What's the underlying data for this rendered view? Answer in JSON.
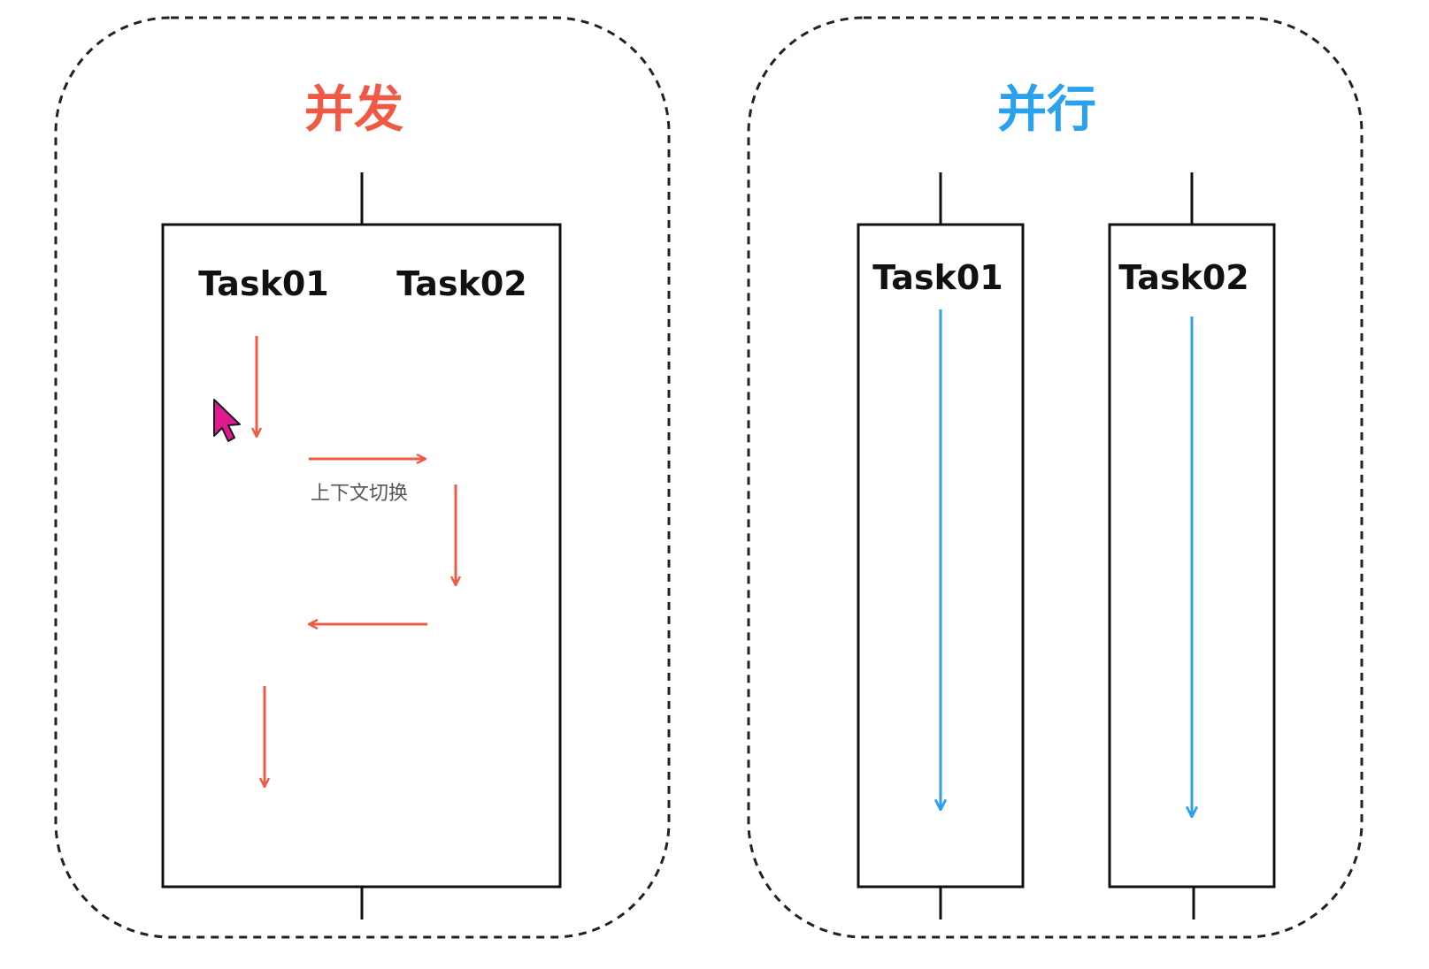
{
  "colors": {
    "concurrency": "#f05a45",
    "parallel": "#2aa1ec",
    "outline": "#111111",
    "cursor": "#e0198f"
  },
  "concurrency_panel": {
    "title": "并发",
    "task1_label": "Task01",
    "task2_label": "Task02",
    "context_switch_label": "上下文切换"
  },
  "parallel_panel": {
    "title": "并行",
    "task1_label": "Task01",
    "task2_label": "Task02"
  },
  "cursor": {
    "icon": "mouse-pointer-icon"
  }
}
